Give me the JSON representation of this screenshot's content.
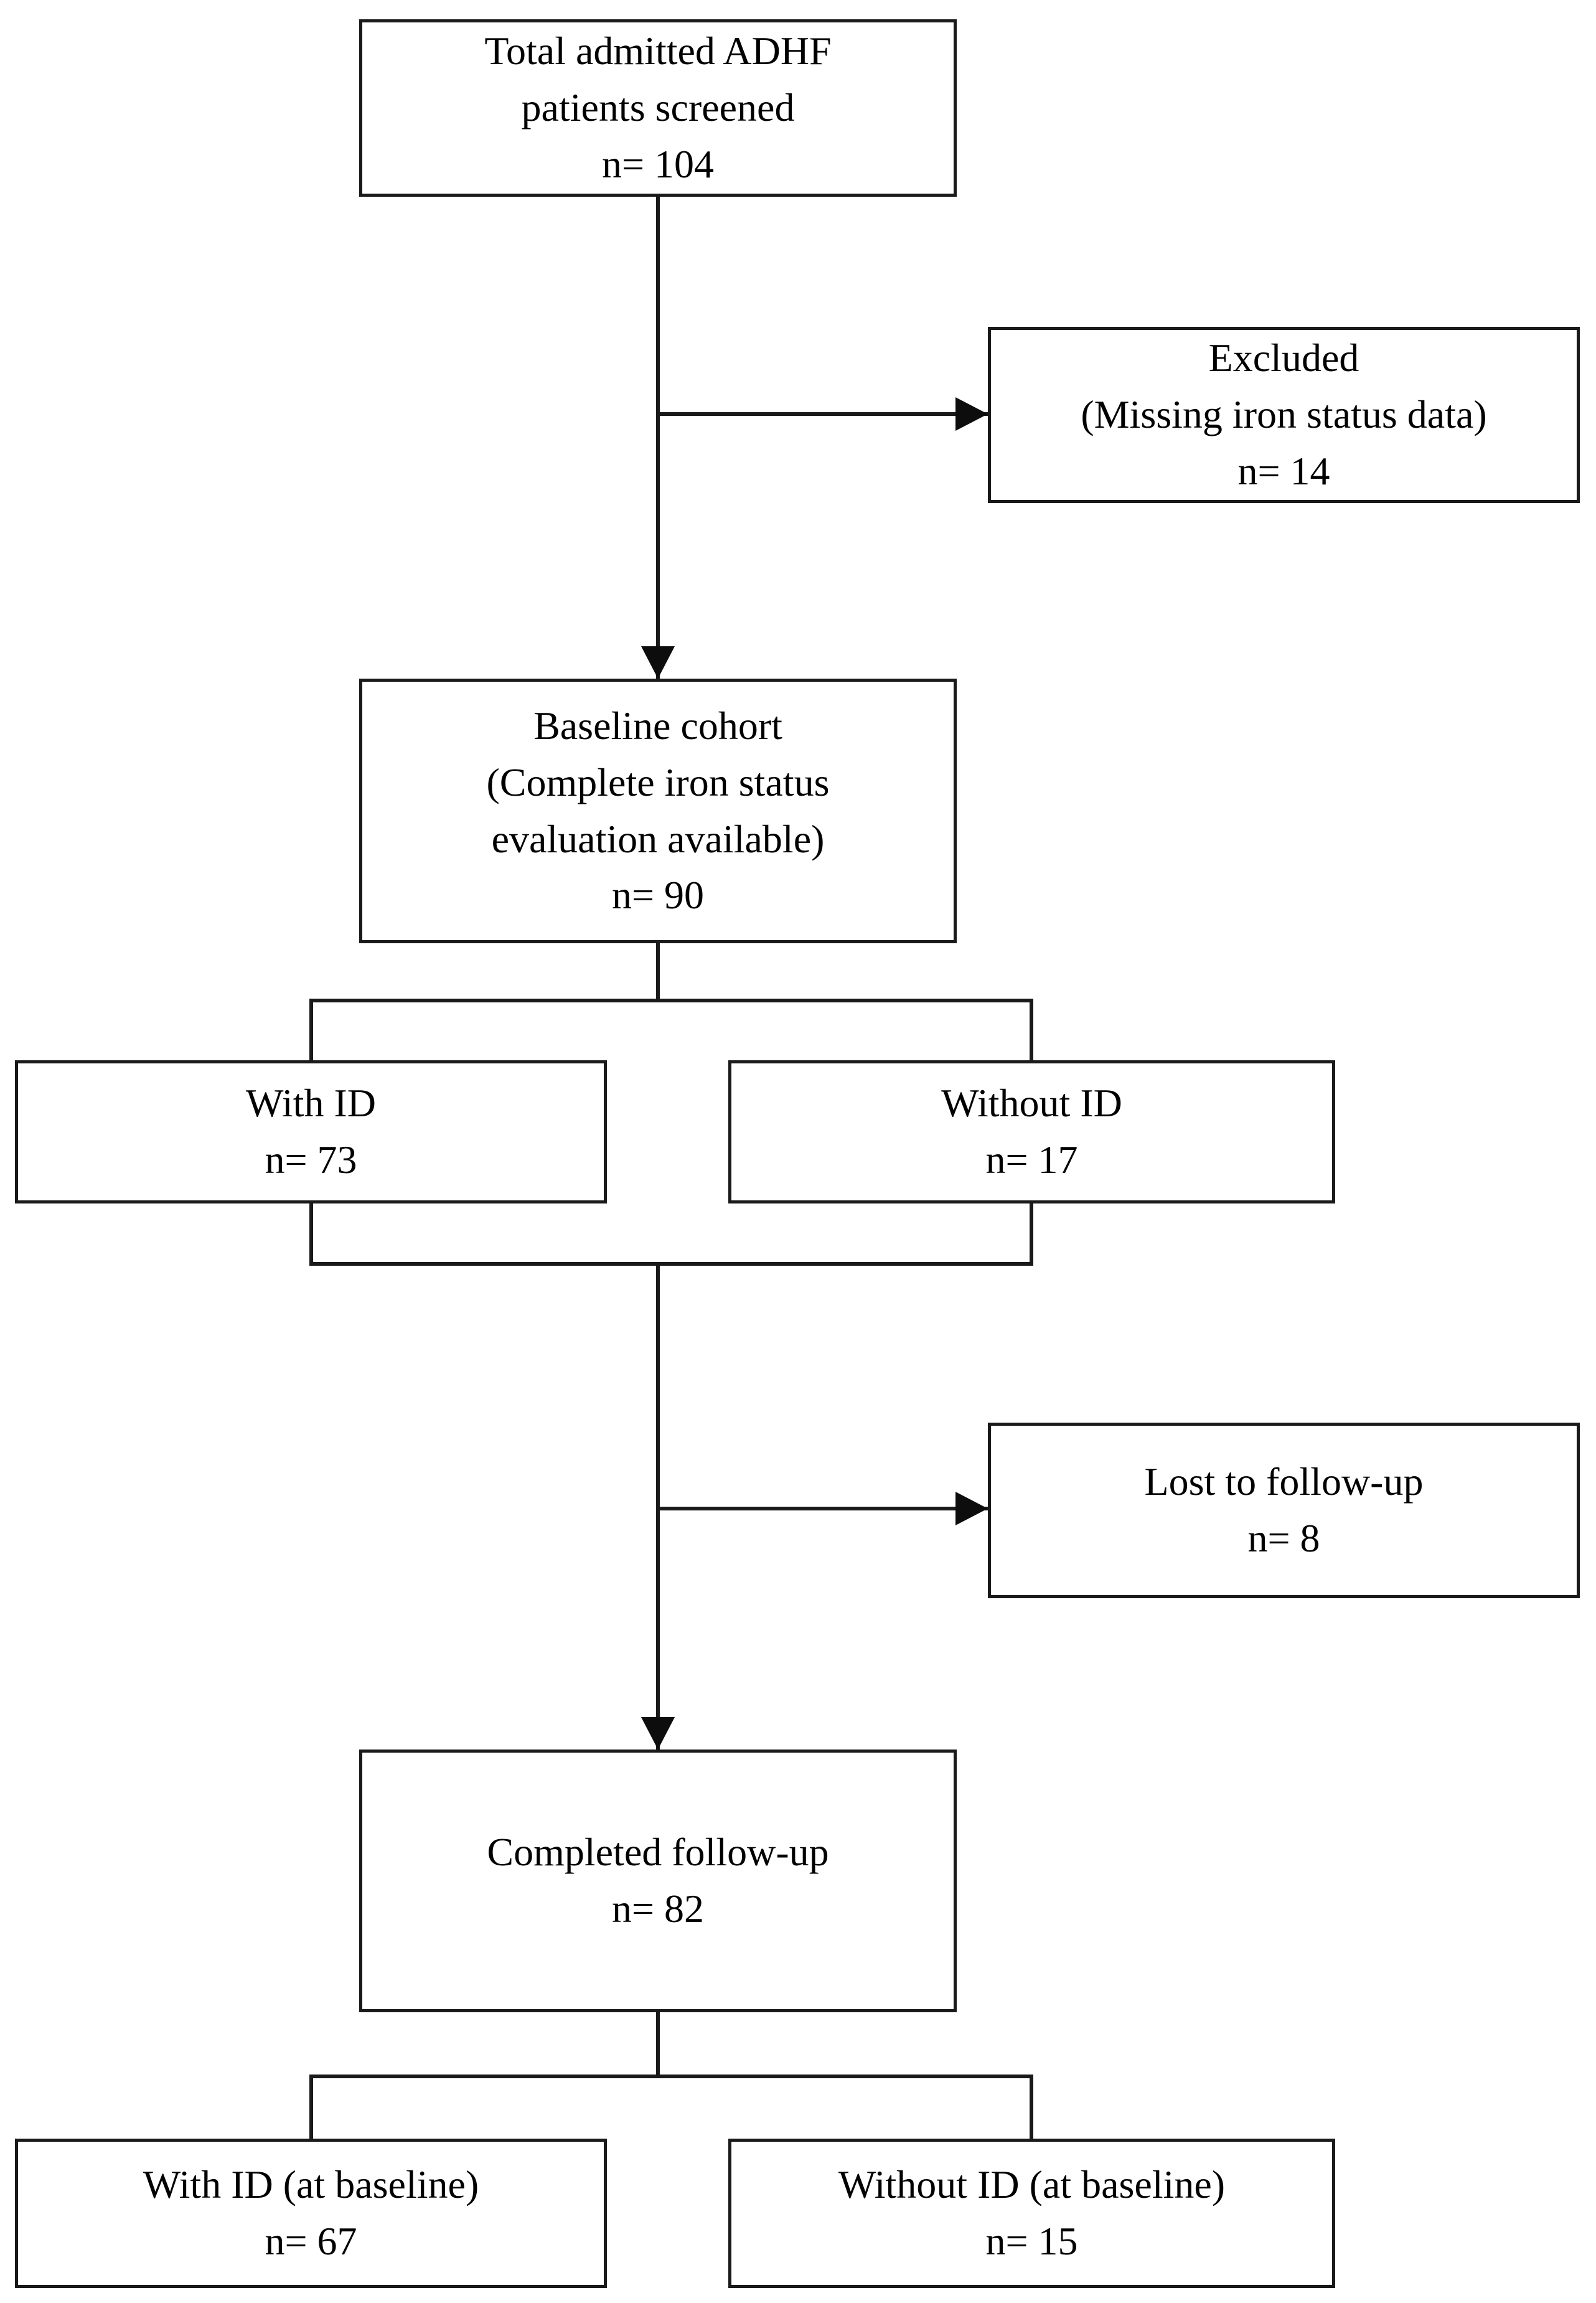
{
  "figure": {
    "kind": "patient-flow-diagram",
    "background_color": "#ffffff",
    "line_color": "#1a1a1a",
    "text_color": "#000000"
  },
  "nodes": {
    "screened": {
      "lines": [
        "Total admitted ADHF",
        "patients screened",
        "n= 104"
      ]
    },
    "excluded": {
      "lines": [
        "Excluded",
        "(Missing iron status data)",
        "n= 14"
      ]
    },
    "baseline": {
      "lines": [
        "Baseline cohort",
        "(Complete iron status",
        "evaluation available)",
        "n= 90"
      ]
    },
    "with_id": {
      "lines": [
        "With ID",
        "n= 73"
      ]
    },
    "without_id": {
      "lines": [
        "Without ID",
        "n= 17"
      ]
    },
    "lost": {
      "lines": [
        "Lost to follow-up",
        "n= 8"
      ]
    },
    "completed": {
      "lines": [
        "Completed follow-up",
        "n= 82"
      ]
    },
    "with_id_baseline": {
      "lines": [
        "With ID (at baseline)",
        "n= 67"
      ]
    },
    "without_id_baseline": {
      "lines": [
        "Without ID (at baseline)",
        "n= 15"
      ]
    }
  },
  "edges": [
    {
      "from": "screened",
      "to": "excluded",
      "style": "arrow"
    },
    {
      "from": "screened",
      "to": "baseline",
      "style": "arrow"
    },
    {
      "from": "baseline",
      "to": "with_id",
      "style": "line"
    },
    {
      "from": "baseline",
      "to": "without_id",
      "style": "line"
    },
    {
      "from": "with_id & without_id",
      "to": "lost",
      "style": "arrow"
    },
    {
      "from": "with_id & without_id",
      "to": "completed",
      "style": "arrow"
    },
    {
      "from": "completed",
      "to": "with_id_baseline",
      "style": "line"
    },
    {
      "from": "completed",
      "to": "without_id_baseline",
      "style": "line"
    }
  ]
}
